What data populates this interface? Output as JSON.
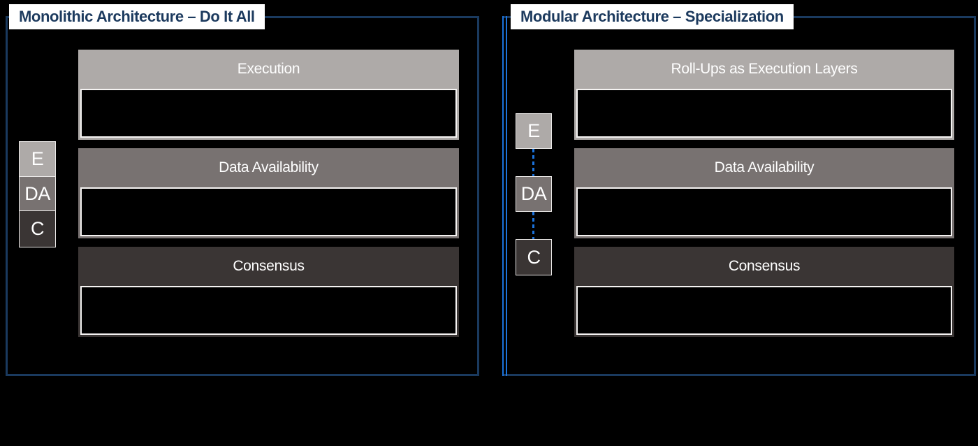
{
  "left_panel": {
    "title": "Monolithic Architecture – Do It All",
    "legend": {
      "e": "E",
      "da": "DA",
      "c": "C"
    },
    "blocks": [
      {
        "label": "Execution"
      },
      {
        "label": "Data Availability"
      },
      {
        "label": "Consensus"
      }
    ]
  },
  "right_panel": {
    "title": "Modular Architecture – Specialization",
    "legend": {
      "e": "E",
      "da": "DA",
      "c": "C"
    },
    "blocks": [
      {
        "label": "Roll-Ups as Execution Layers"
      },
      {
        "label": "Data Availability"
      },
      {
        "label": "Consensus"
      }
    ]
  },
  "colors": {
    "background": "#000000",
    "panel_border_navy": "#1a3a5f",
    "accent_blue": "#1b73dd",
    "execution_gray": "#aeaaa8",
    "data_availability_gray": "#787271",
    "consensus_dark_gray": "#3a3534",
    "title_text_navy": "#1c3a5e",
    "block_label_white": "#ffffff",
    "body_outline_white": "#f5f3f2"
  }
}
